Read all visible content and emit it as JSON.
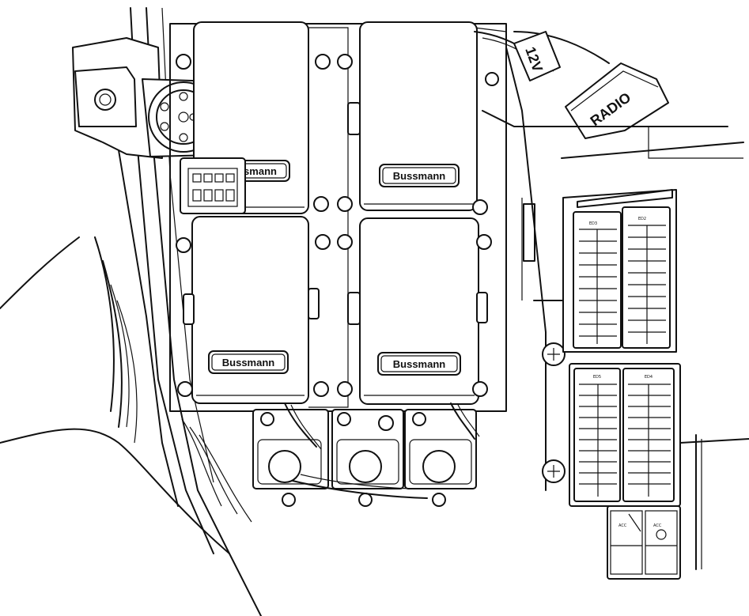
{
  "fuse_boxes": [
    {
      "brand": "Bussmann"
    },
    {
      "brand": "Bussmann"
    },
    {
      "brand": "Bussmann"
    },
    {
      "brand": "Bussmann"
    }
  ],
  "partial_brand": "smann",
  "connector_labels": {
    "power": "12V",
    "radio": "RADIO"
  },
  "panel_headers": [
    "ED3",
    "ED2",
    "ED5",
    "ED4"
  ],
  "bottom_labels": [
    "ACC",
    "ACC"
  ]
}
